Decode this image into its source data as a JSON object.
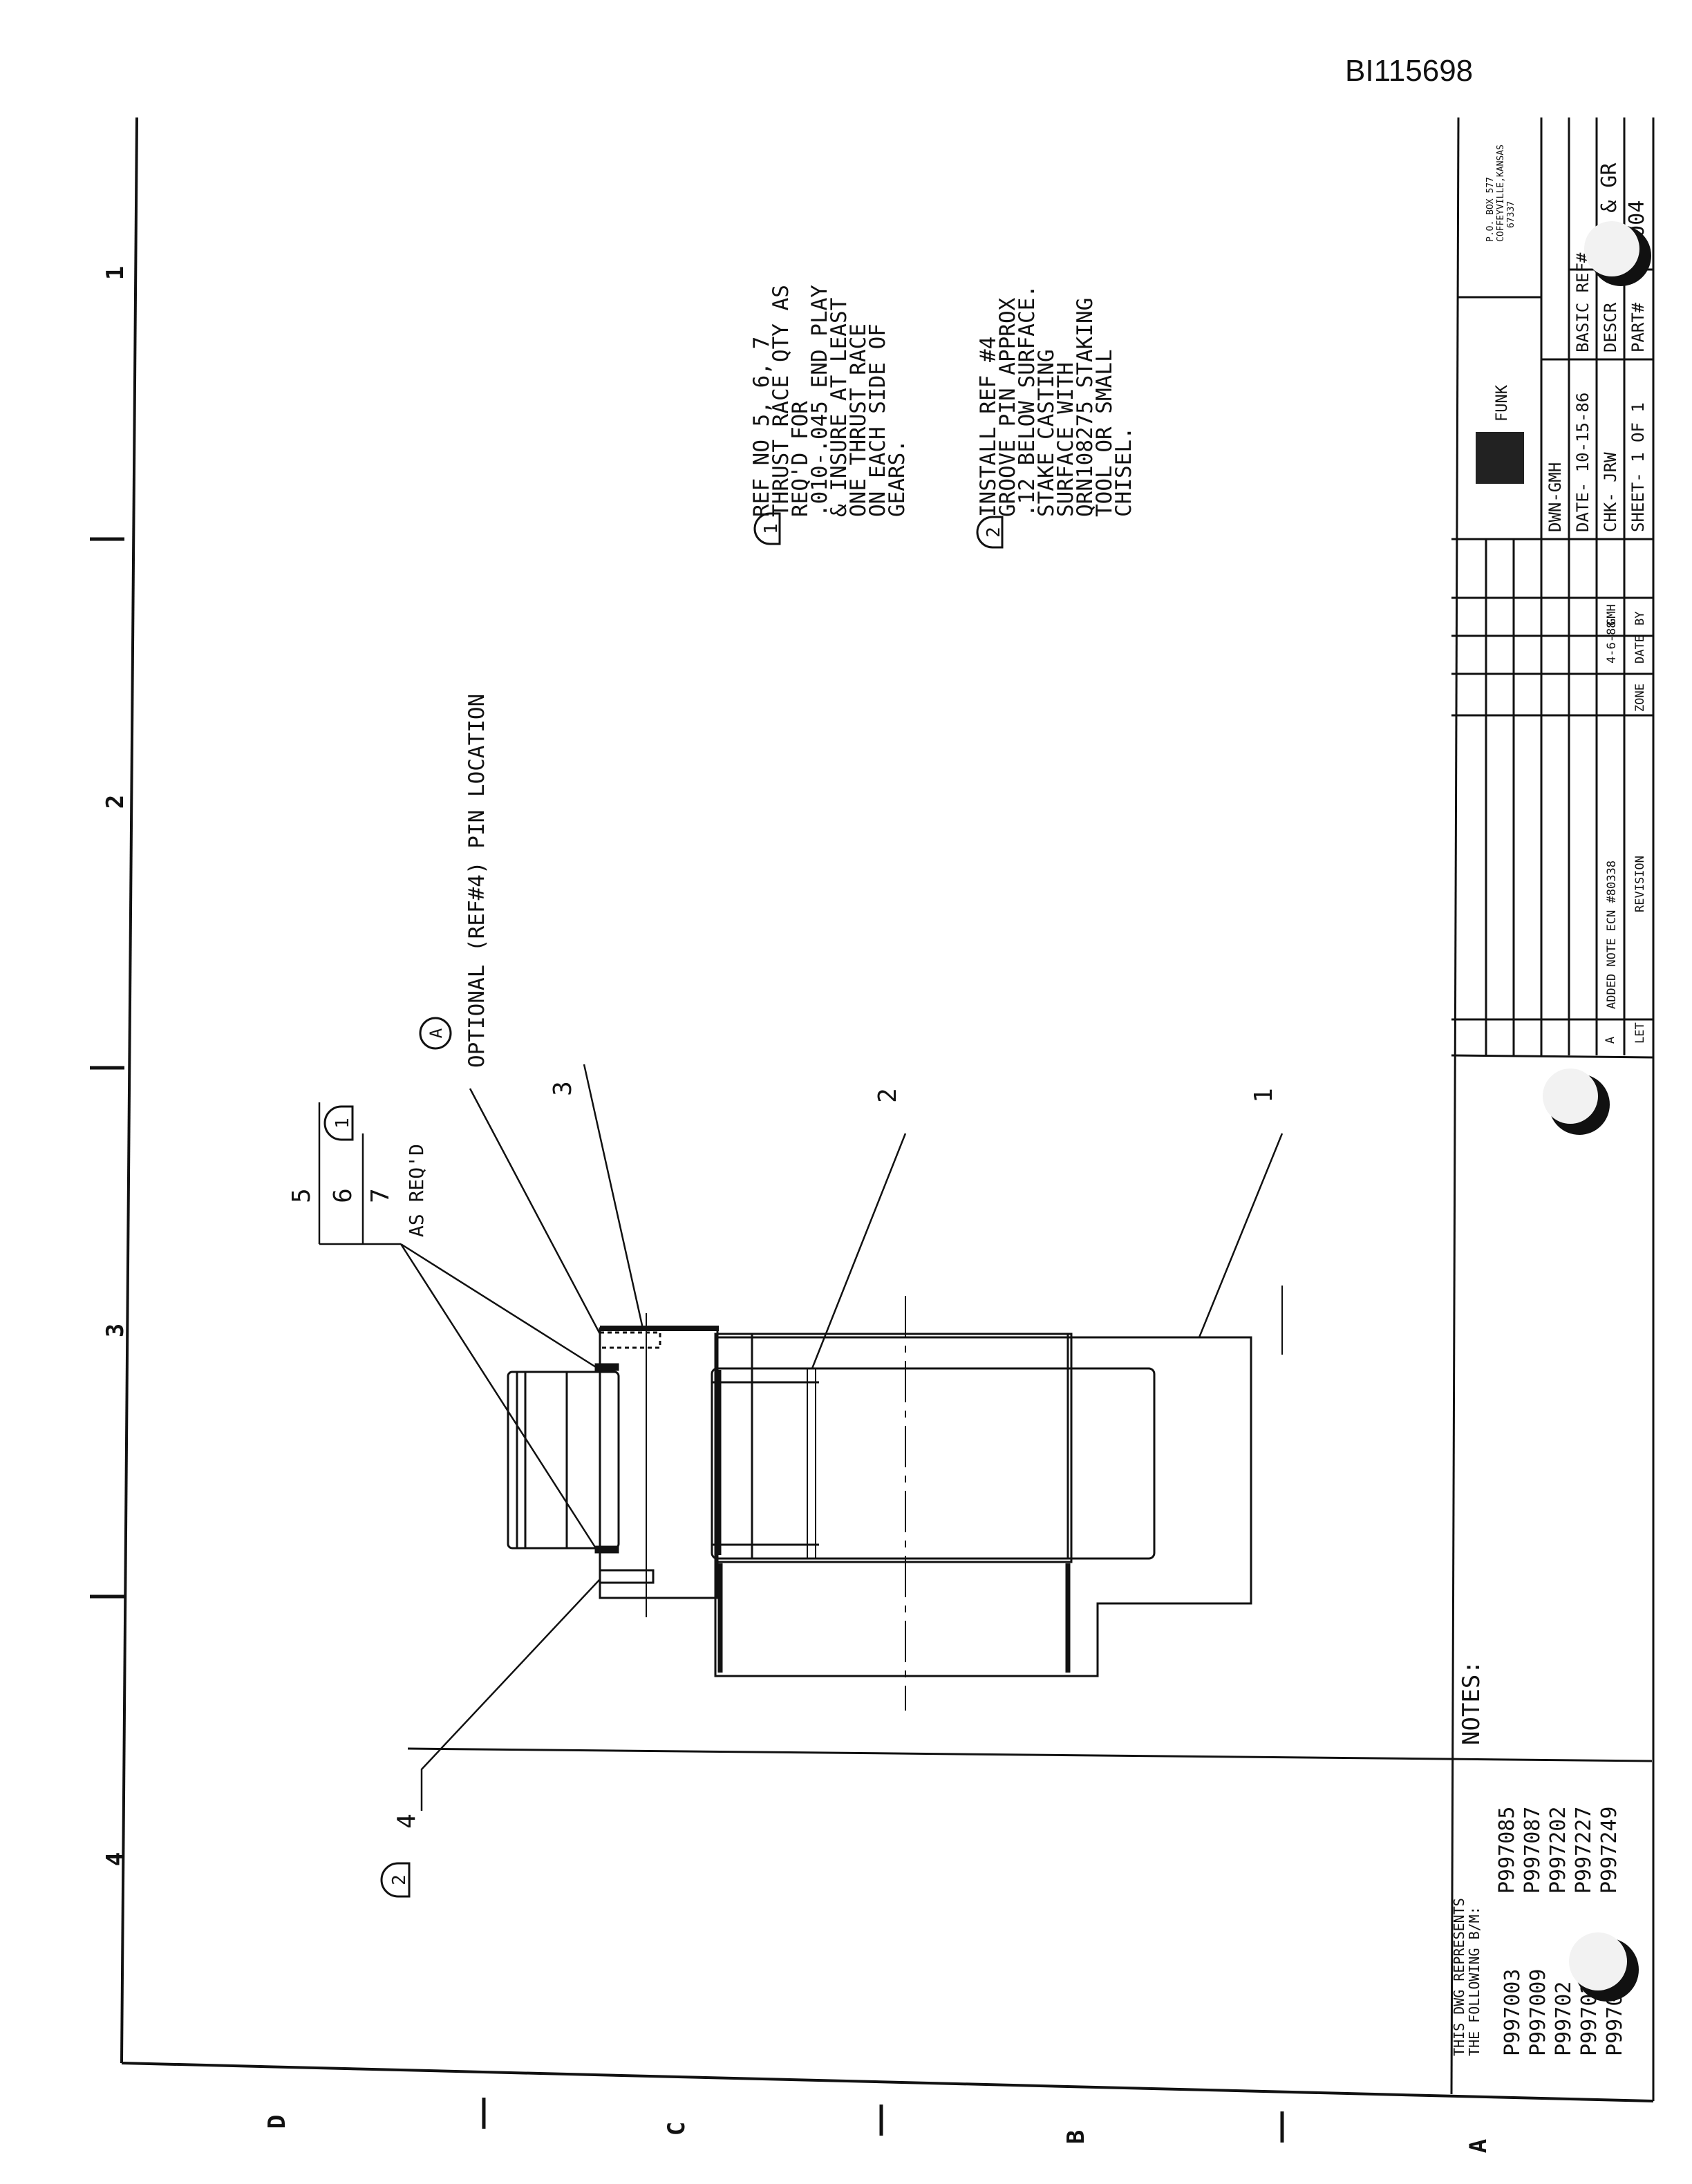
{
  "document_id": "BI115698",
  "zone_numbers": [
    "1",
    "2",
    "3",
    "4"
  ],
  "zone_letters": [
    "D",
    "C",
    "B",
    "A"
  ],
  "notes": {
    "heading": "NOTES:",
    "note1_lines": [
      "REF NO 5, 6, 7",
      "THRUST RACE QTY AS",
      "REQ'D FOR",
      ".010-.045 END PLAY",
      "& INSURE AT LEAST",
      "ONE THRUST RACE",
      "ON EACH SIDE OF",
      "GEARS."
    ],
    "note2_lines": [
      "INSTALL REF #4",
      "GROOVE PIN APPROX",
      ".12 BELOW SURFACE.",
      "STAKE CASTING",
      "SURFACE WITH",
      "QRN108275 STAKING",
      "TOOL OR SMALL",
      "CHISEL."
    ],
    "note1_flag": "1",
    "note2_flag": "2"
  },
  "callouts": {
    "optional_pin": "OPTIONAL (REF#4) PIN LOCATION",
    "optional_pin_flag": "A",
    "ref_5": "5",
    "ref_6": "6",
    "ref_7": "7",
    "as_reqd": "AS REQ'D",
    "ref_3": "3",
    "ref_2": "2",
    "ref_1": "1",
    "ref_4": "4",
    "stack_flag": "1",
    "pin_flag": "2"
  },
  "bom": {
    "heading1": "THIS DWG REPRESENTS",
    "heading2": "THE FOLLOWING B/M:",
    "col1": [
      "P997003",
      "P997009",
      "P99702",
      "P99702",
      "P99702"
    ],
    "col2": [
      "P997085",
      "P997087",
      "P997202",
      "P997227",
      "P997249"
    ]
  },
  "revision": {
    "let": "A",
    "description": "ADDED NOTE  ECN #80338",
    "date": "4-6-88",
    "by": "GMH",
    "hdr_let": "LET",
    "hdr_revision": "REVISION",
    "hdr_zone": "ZONE",
    "hdr_date": "DATE",
    "hdr_by": "BY"
  },
  "title_block": {
    "dwn": "DWN-GMH",
    "date": "DATE- 10-15-86",
    "chk": "CHK- JRW",
    "sheet": "SHEET- 1 OF 1",
    "basic_ref": "BASIC REF#",
    "descr_label": "DESCR",
    "descr_value": "AGE & GR",
    "part_label": "PART#",
    "part_value": "P  004",
    "company": "FUNK",
    "addr1": "P.O. BOX 577",
    "addr2": "COFFEYVILLE,KANSAS",
    "addr3": "67337"
  }
}
